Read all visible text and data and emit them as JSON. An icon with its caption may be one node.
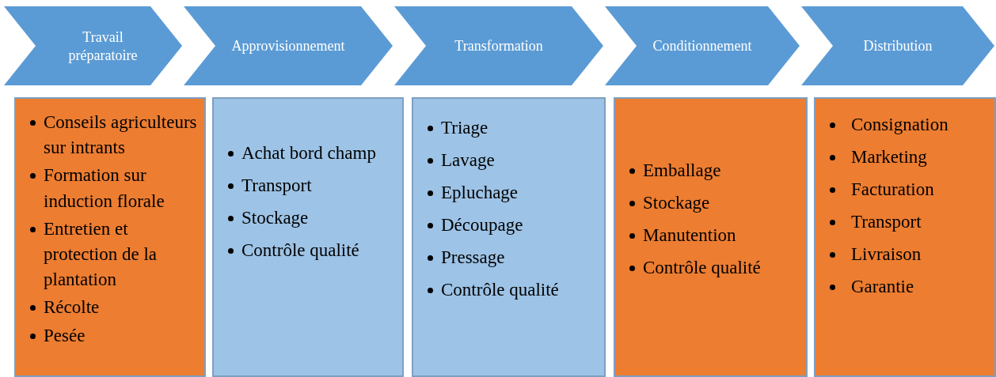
{
  "diagram": {
    "nodes": [
      {
        "text": [
          "Travail préparatoire"
        ]
      },
      {
        "text": [
          "Approvisionnement"
        ]
      },
      {
        "text": [
          "Transformation"
        ]
      },
      {
        "text": [
          "Conditionnement"
        ]
      },
      {
        "text": [
          "Distribution"
        ]
      },
      {
        "text": [
          "Conseils agriculteurs sur intrants",
          "Formation sur induction florale",
          "Entretien et protection de la plantation",
          "Récolte",
          "Pesée"
        ]
      },
      {
        "text": [
          "Achat bord champ",
          "Transport",
          "Stockage",
          "Contrôle qualité"
        ]
      },
      {
        "text": [
          "Triage",
          "Lavage",
          "Epluchage",
          "Découpage",
          "Pressage",
          "Contrôle qualité"
        ]
      },
      {
        "text": [
          "Emballage",
          "Stockage",
          "Manutention",
          "Contrôle qualité"
        ]
      },
      {
        "text": [
          "Consignation",
          "Marketing",
          "Facturation",
          "Transport",
          "Livraison",
          "Garantie"
        ]
      }
    ],
    "edges": []
  }
}
